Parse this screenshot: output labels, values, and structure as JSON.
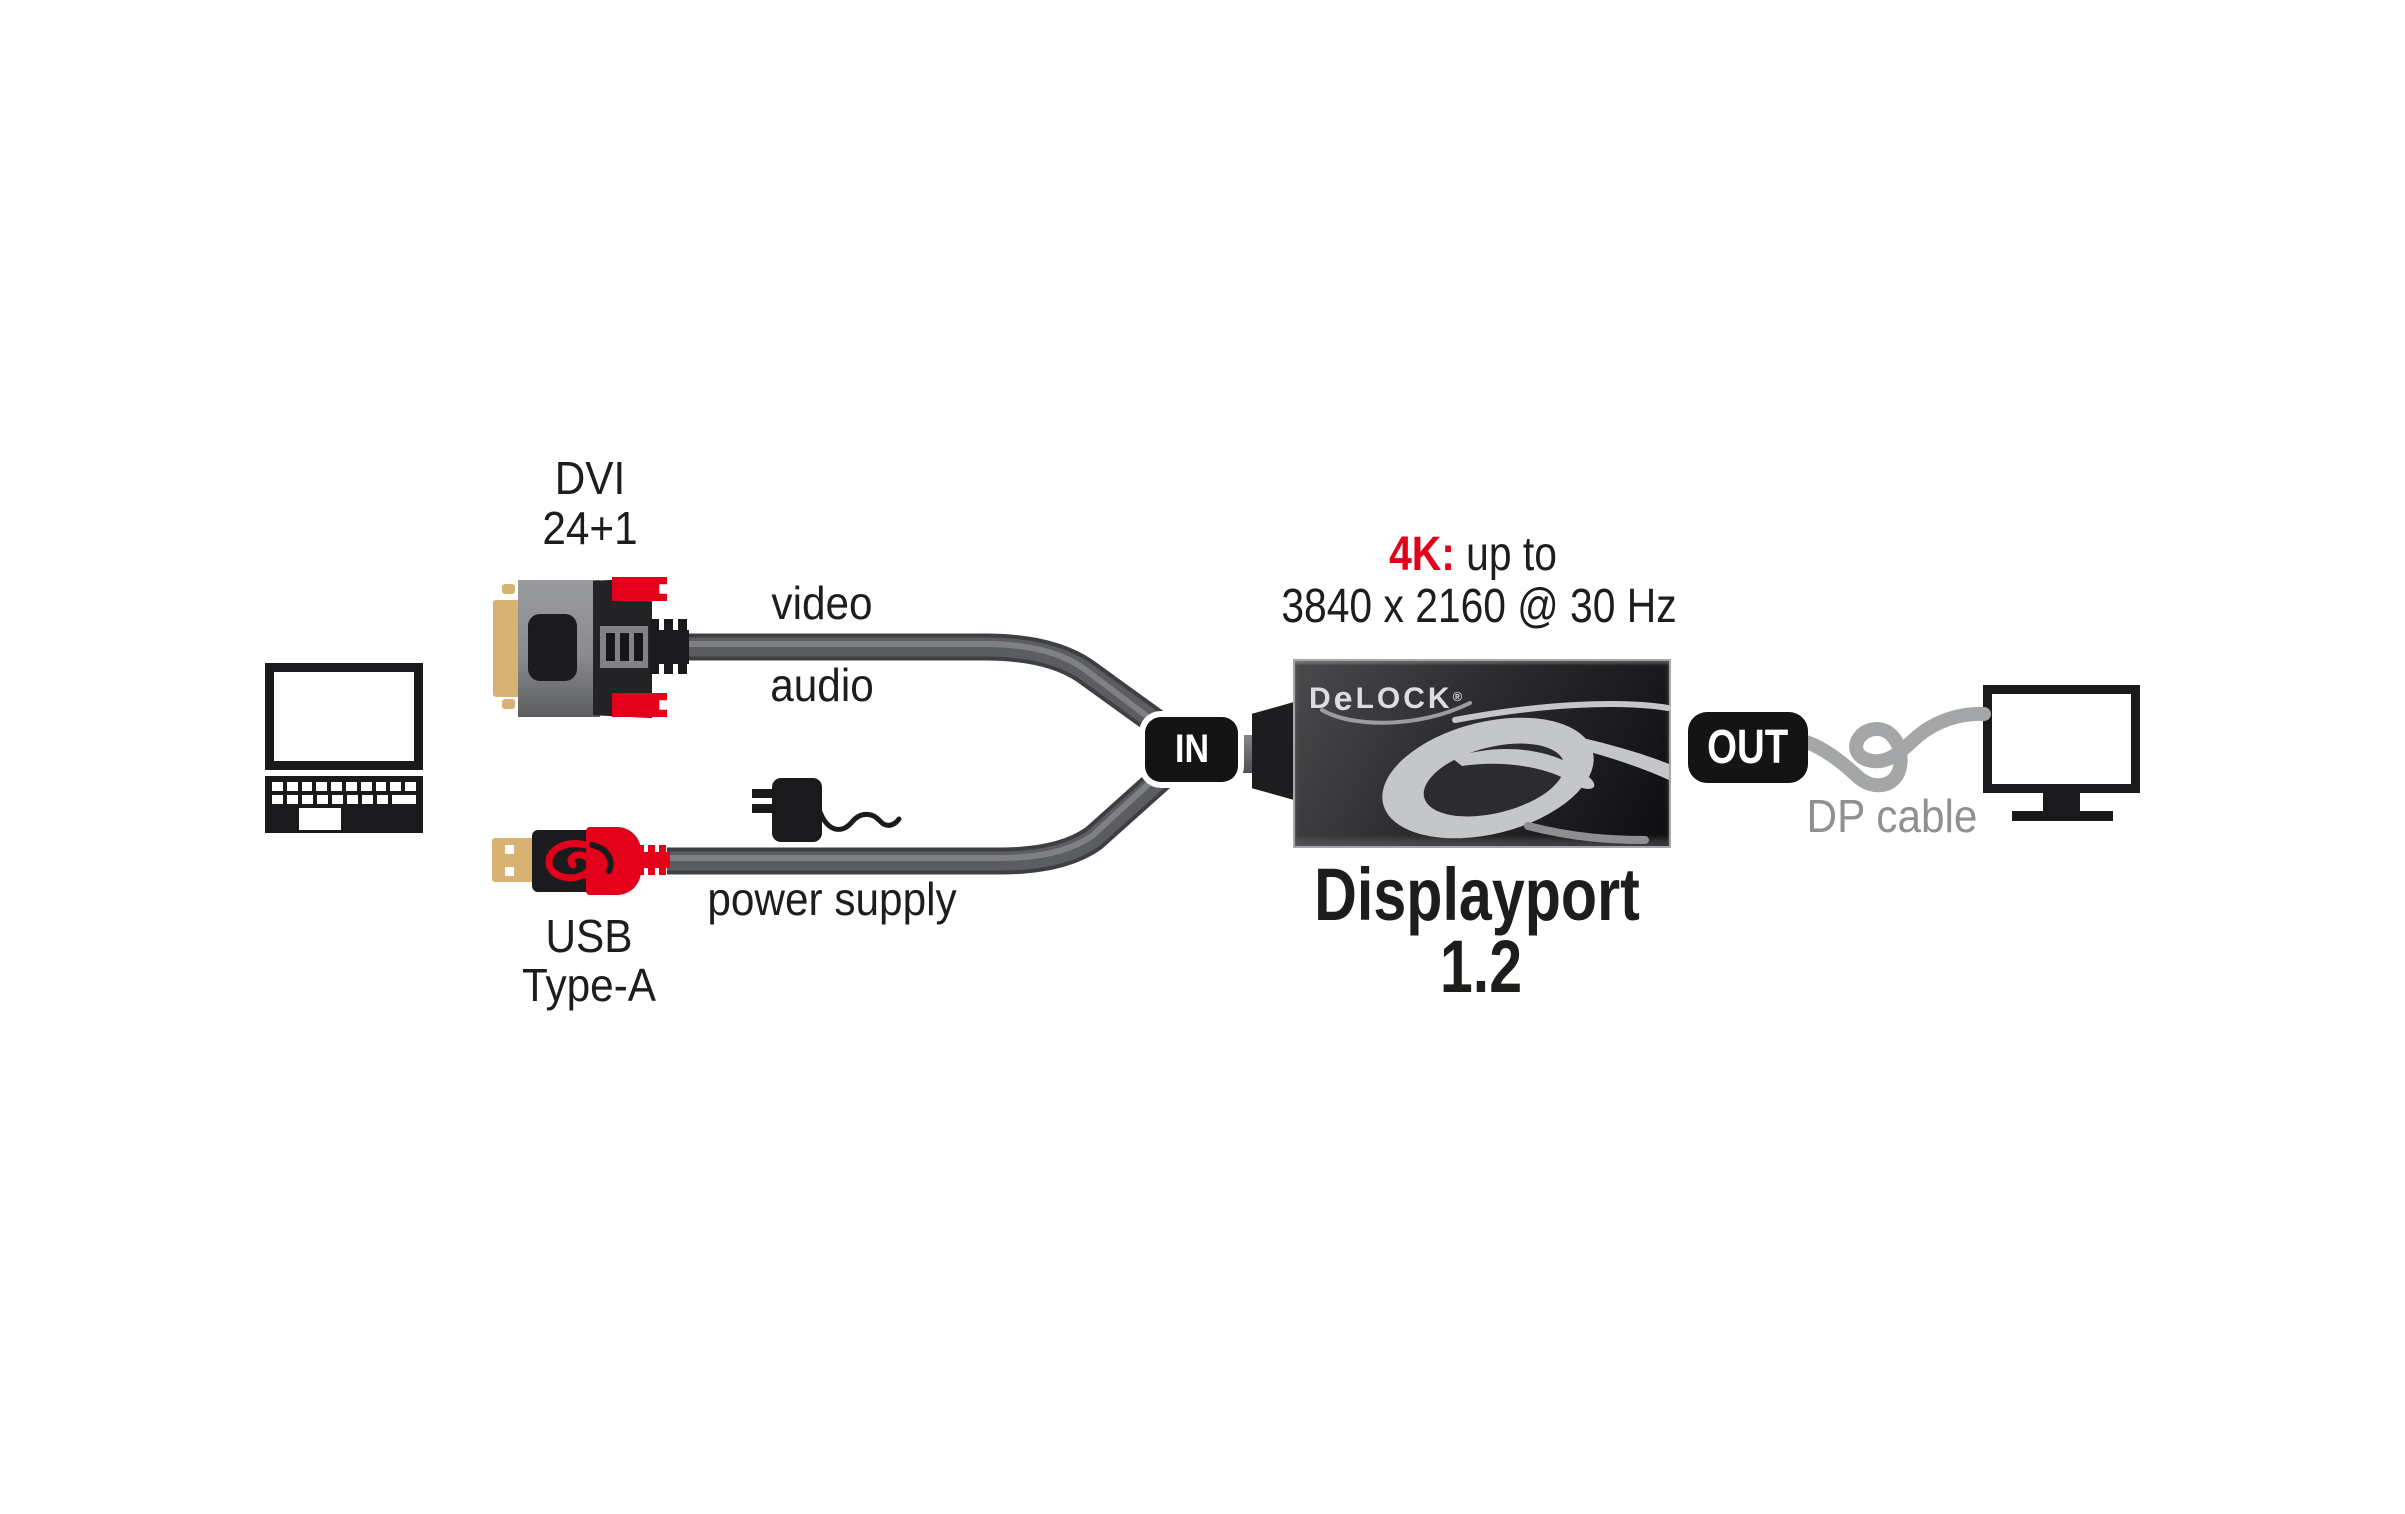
{
  "colors": {
    "accent-red": "#e2001a",
    "ink": "#1d1d1b",
    "muted": "#8f9091",
    "gold": "#d8b272",
    "device": "#1a1a1c",
    "badge": "#141414",
    "cable-dark": "#3e3f42",
    "cable-mid": "#5c5d60",
    "cable-light": "#7f8083",
    "swirl-gray": "#c5c6c8",
    "dp-cable-gray": "#a5a6a8"
  },
  "diagram": {
    "dvi_label": {
      "line1": "DVI",
      "line2": "24+1"
    },
    "video_label": "video",
    "audio_label": "audio",
    "usb_label": {
      "line1": "USB",
      "line2": "Type-A"
    },
    "power_supply_label": "power supply",
    "in_badge_label": "IN",
    "out_badge_label": "OUT",
    "spec": {
      "highlight": "4K:",
      "suffix": " up to",
      "resolution": "3840 x 2160 @ 30 Hz"
    },
    "brand": {
      "d": "D",
      "e": "e",
      "rest": "LOCK",
      "mark": "®"
    },
    "product": {
      "line1": "Displayport",
      "line2": "1.2"
    },
    "dp_cable_label": "DP cable"
  }
}
